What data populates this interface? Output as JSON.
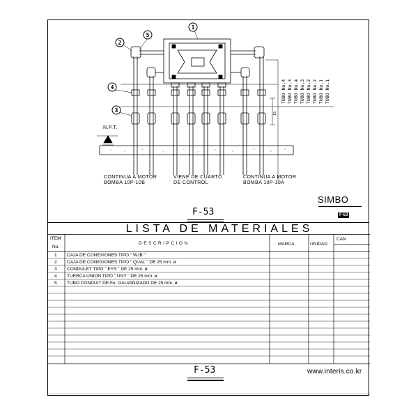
{
  "drawing": {
    "callouts": [
      "1",
      "2",
      "3",
      "4",
      "5"
    ],
    "npt_label": "N.P.T.",
    "left_note": [
      "CONTINUA A MOTOR",
      "BOMBA 10P-10B"
    ],
    "center_note": [
      "VIENE DE CUARTO",
      "DE CONTROL"
    ],
    "right_note": [
      "CONTINUA A MOTOR",
      "BOMBA 10P-10A"
    ],
    "tube_labels": [
      "TUBO No.4",
      "TUBO No.3",
      "TUBO No.4",
      "TUBO No.3",
      "TUBO No.2",
      "TUBO No.2",
      "TUBO No.1",
      "TUBO No.1"
    ],
    "dim_label": "15",
    "ref_code": "F-53",
    "symbol_label": "SIMBO",
    "symbol_badge": "F-53"
  },
  "materials": {
    "title": "LISTA DE MATERIALES",
    "headers": {
      "item_top": "ITEM",
      "item_bottom": "No.",
      "description": "DESCRIPCION",
      "marca": "MARCA",
      "unidad": "UNIDAD",
      "cantidad": "CAN"
    },
    "rows": [
      {
        "item": "1",
        "desc": "CAJA DE CONEXIONES TIPO \" WJB \""
      },
      {
        "item": "2",
        "desc": "CAJA DE CONEXIONES TIPO \" QUAL \" DE 25 mm. ø"
      },
      {
        "item": "3",
        "desc": "CONDULET TIPO \" EYS \" DE 25 mm. ø"
      },
      {
        "item": "4",
        "desc": "TUERCA UNION TIPO \" UNY \" DE 25 mm. ø"
      },
      {
        "item": "5",
        "desc": "TUBO CONDUIT DE Fe. GALVANIZADO DE 25 mm. ø"
      }
    ],
    "footer_code": "F-53"
  },
  "watermark": "www.interis.co.kr"
}
